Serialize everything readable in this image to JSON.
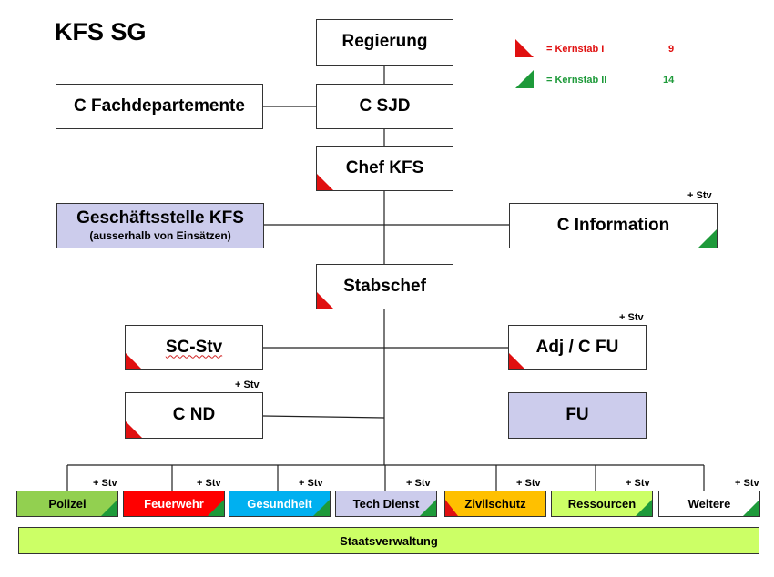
{
  "title": "KFS SG",
  "legend": {
    "kernstab1": {
      "label": "= Kernstab I",
      "count": "9",
      "color": "#e01010"
    },
    "kernstab2": {
      "label": "= Kernstab II",
      "count": "14",
      "color": "#1e9a3a"
    }
  },
  "boxes": {
    "regierung": "Regierung",
    "fachdepartemente": "C Fachdepartemente",
    "c_sjd": "C SJD",
    "chef_kfs": "Chef KFS",
    "geschaeftsstelle": "Geschäftsstelle KFS",
    "geschaeftsstelle_sub": "(ausserhalb von Einsätzen)",
    "c_information": "C Information",
    "stabschef": "Stabschef",
    "sc_stv": "SC-Stv",
    "adj_c_fu": "Adj / C FU",
    "c_nd": "C ND",
    "fu": "FU"
  },
  "stv_label": "+ Stv",
  "departments": [
    {
      "label": "Polizei",
      "color": "#92d050",
      "text_color": "#000000"
    },
    {
      "label": "Feuerwehr",
      "color": "#ff0000",
      "text_color": "#ffffff"
    },
    {
      "label": "Gesundheit",
      "color": "#00b0f0",
      "text_color": "#ffffff"
    },
    {
      "label": "Tech Dienst",
      "color": "#ccccec",
      "text_color": "#000000"
    },
    {
      "label": "Zivilschutz",
      "color": "#ffc000",
      "text_color": "#000000"
    },
    {
      "label": "Ressourcen",
      "color": "#ccff66",
      "text_color": "#000000"
    },
    {
      "label": "Weitere",
      "color": "#ffffff",
      "text_color": "#000000"
    }
  ],
  "footer": "Staatsverwaltung"
}
